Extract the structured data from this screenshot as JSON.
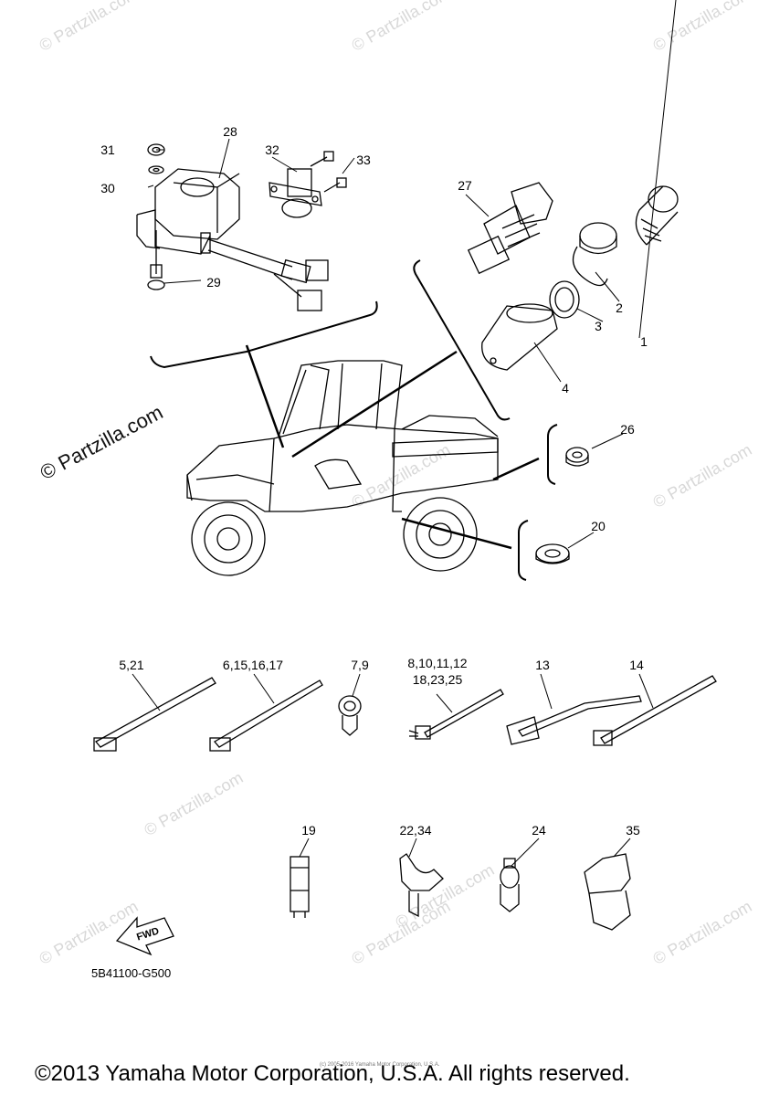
{
  "watermark": {
    "small": "© Partzilla.com",
    "main": "© Partzilla.com"
  },
  "callouts": {
    "c1": "1",
    "c2": "2",
    "c3": "3",
    "c4": "4",
    "c20": "20",
    "c26": "26",
    "c27": "27",
    "c28": "28",
    "c29": "29",
    "c30": "30",
    "c31": "31",
    "c32": "32",
    "c33": "33",
    "c5_21": "5,21",
    "c6_15": "6,15,16,17",
    "c7_9": "7,9",
    "c8_line1": "8,10,11,12",
    "c8_line2": "18,23,25",
    "c13": "13",
    "c14": "14",
    "c19": "19",
    "c22_34": "22,34",
    "c24": "24",
    "c35": "35"
  },
  "fwd_label": "FWD",
  "diagram_code": "5B41100-G500",
  "fine_print": "(c) 2005-2016 Yamaha Motor Corporation, U.S.A.",
  "copyright": "©2013 Yamaha Motor Corporation, U.S.A. All rights reserved."
}
